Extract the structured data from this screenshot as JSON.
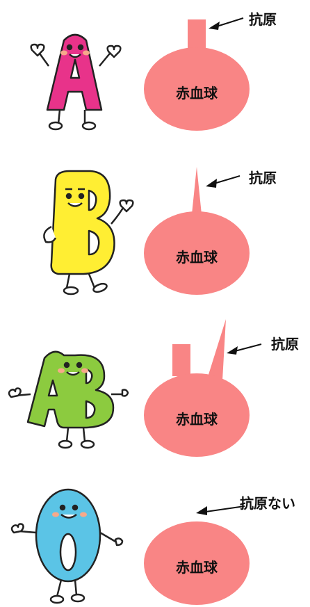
{
  "colors": {
    "cell": "#F98585",
    "char_a": "#E8338A",
    "char_b": "#FFEE33",
    "char_ab": "#8CCB3F",
    "char_o": "#5BC4E6",
    "outline": "#222222",
    "cheek": "#F7A98A"
  },
  "panels": [
    {
      "character": "A",
      "cell_label": "赤血球",
      "antigen_label": "抗原"
    },
    {
      "character": "B",
      "cell_label": "赤血球",
      "antigen_label": "抗原"
    },
    {
      "character": "AB",
      "cell_label": "赤血球",
      "antigen_label": "抗原"
    },
    {
      "character": "O",
      "cell_label": "赤血球",
      "antigen_label": "抗原ない"
    }
  ]
}
